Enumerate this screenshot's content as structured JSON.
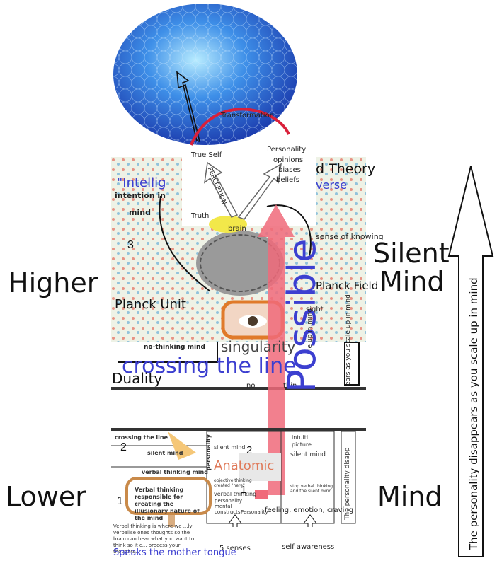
{
  "colors": {
    "orb": "#2f7de0",
    "pink": "#f06a7a",
    "purple": "#3c3fd0",
    "orange": "#e07a2a",
    "yellow": "#f2e84a"
  },
  "left": {
    "higher": "Higher",
    "lower": "Lower"
  },
  "right": {
    "silent": "Silent",
    "mind_upper": "Mind",
    "mind_lower": "Mind"
  },
  "orb": {
    "transformation": "Transformation"
  },
  "labels": {
    "true_self": "True Self",
    "perception": "PERCEPTION",
    "personality": "Personality",
    "opinions": "opinions",
    "biases": "biases",
    "beliefs": "beliefs",
    "truth": "Truth",
    "d_theory": "d Theory",
    "intellig": "\"Intellig",
    "verse": "verse",
    "intention_in": "intention in",
    "mind": "mind",
    "three": "3",
    "planck_unit": "Planck Unit",
    "brain": "brain",
    "sense_knowing": "sense of knowing",
    "planck_field": "Planck Field",
    "sight": "sight",
    "no_thinking": "no-thinking mind",
    "singularity": "singularity",
    "crossing": "crossing the line",
    "duality": "Duality",
    "no": "no",
    "thin": "thin",
    "possible": "Possible",
    "scale_side": "ears as you scale up in mind",
    "scale_side_small": "le up in mind"
  },
  "lower_panel": {
    "crossing_small": "crossing the line",
    "two": "2",
    "silent_mind": "silent mind",
    "verbal_mind": "verbal thinking mind",
    "verbal_box": "Verbal thinking responsible for creating the illusionary nature of the mind",
    "one": "1",
    "verbal_note": "Verbal thinking is where we ...ly verbalise ones thoughts so the brain can hear what you want to think so it c... process your thoughts.",
    "speaks": "Speaks the mother tongue",
    "personality_v": "personality",
    "silent_mind_c": "silent mind",
    "two_c": "2",
    "anatomic": "Anatomic",
    "objective": "objective thinking created \"here\"",
    "verbal_c": "verbal thinking",
    "one_c": "1",
    "personality_small": "Personality",
    "personality_mental": "personality mental constructs",
    "intuitive": "intuiti",
    "picture": "picture",
    "silent_mind_r": "silent mind",
    "stop_verbal": "stop verbal thinking and the silent mind",
    "feeling": "feeling, emotion, craving",
    "five_senses": "5 senses",
    "self_awareness": "self awareness",
    "disappear_side": "The personality disapp"
  },
  "big_arrow": {
    "text": "The personality disappears as you scale up in mind"
  }
}
